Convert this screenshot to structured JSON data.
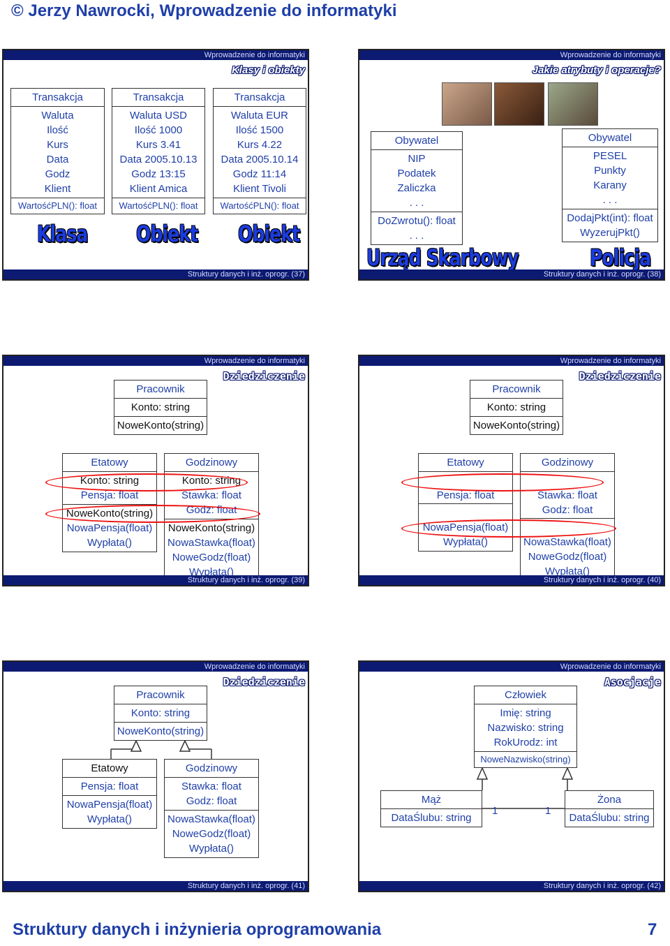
{
  "page_header": "© Jerzy Nawrocki, Wprowadzenie do informatyki",
  "page_footer": "Struktury danych i inżynieria oprogramowania",
  "page_number": "7",
  "slides": [
    {
      "header": "Wprowadzenie do informatyki",
      "title": "Klasy i obiekty",
      "footer": "Struktury danych i inż. oprogr. (37)",
      "boxes": [
        {
          "name": "Transakcja",
          "attrs": [
            "Waluta",
            "Ilość",
            "Kurs",
            "Data",
            "Godz",
            "Klient"
          ],
          "ops": [
            "WartośćPLN(): float"
          ],
          "label": "Klasa"
        },
        {
          "name": "Transakcja",
          "attrs": [
            "Waluta USD",
            "Ilość 1000",
            "Kurs 3.41",
            "Data 2005.10.13",
            "Godz 13:15",
            "Klient Amica"
          ],
          "ops": [
            "WartośćPLN(): float"
          ],
          "label": "Obiekt"
        },
        {
          "name": "Transakcja",
          "attrs": [
            "Waluta EUR",
            "Ilość 1500",
            "Kurs 4.22",
            "Data 2005.10.14",
            "Godz 11:14",
            "Klient Tivoli"
          ],
          "ops": [
            "WartośćPLN(): float"
          ],
          "label": "Obiekt"
        }
      ]
    },
    {
      "header": "Wprowadzenie do informatyki",
      "title": "Jakie atrybuty i operacje?",
      "footer": "Struktury danych i inż. oprogr. (38)",
      "left": {
        "name": "Obywatel",
        "attrs": [
          "NIP",
          "Podatek",
          "Zaliczka",
          ". . ."
        ],
        "ops": [
          "DoZwrotu(): float",
          ". . ."
        ],
        "label": "Urząd Skarbowy"
      },
      "right": {
        "name": "Obywatel",
        "attrs": [
          "PESEL",
          "Punkty",
          "Karany",
          ". . ."
        ],
        "ops": [
          "DodajPkt(int): float",
          "WyzerujPkt()"
        ],
        "label": "Policja"
      }
    },
    {
      "header": "Wprowadzenie do informatyki",
      "title": "Dziedziczenie",
      "footer": "Struktury danych i inż. oprogr. (39)",
      "base": {
        "name": "Pracownik",
        "attrs": [
          "Konto: string"
        ],
        "ops": [
          "NoweKonto(string)"
        ]
      },
      "etatowy": {
        "name": "Etatowy",
        "attrs": [
          "Konto: string",
          "Pensja: float"
        ],
        "ops": [
          "NoweKonto(string)",
          "NowaPensja(float)",
          "Wypłata()"
        ]
      },
      "godzinowy": {
        "name": "Godzinowy",
        "attrs": [
          "Konto: string",
          "Stawka: float",
          "Godz: float"
        ],
        "ops": [
          "NoweKonto(string)",
          "NowaStawka(float)",
          "NoweGodz(float)",
          "Wypłata()"
        ]
      }
    },
    {
      "header": "Wprowadzenie do informatyki",
      "title": "Dziedziczenie",
      "footer": "Struktury danych i inż. oprogr. (40)",
      "base": {
        "name": "Pracownik",
        "attrs": [
          "Konto: string"
        ],
        "ops": [
          "NoweKonto(string)"
        ]
      },
      "etatowy": {
        "name": "Etatowy",
        "attrs": [
          "Pensja: float"
        ],
        "ops": [
          "NowaPensja(float)",
          "Wypłata()"
        ]
      },
      "godzinowy": {
        "name": "Godzinowy",
        "attrs": [
          "Stawka: float",
          "Godz: float"
        ],
        "ops": [
          "NowaStawka(float)",
          "NoweGodz(float)",
          "Wypłata()"
        ]
      }
    },
    {
      "header": "Wprowadzenie do informatyki",
      "title": "Dziedziczenie",
      "footer": "Struktury danych i inż. oprogr. (41)",
      "base": {
        "name": "Pracownik",
        "attrs": [
          "Konto: string"
        ],
        "ops": [
          "NoweKonto(string)"
        ]
      },
      "etatowy": {
        "name": "Etatowy",
        "attrs": [
          "Pensja: float"
        ],
        "ops": [
          "NowaPensja(float)",
          "Wypłata()"
        ]
      },
      "godzinowy": {
        "name": "Godzinowy",
        "attrs": [
          "Stawka: float",
          "Godz: float"
        ],
        "ops": [
          "NowaStawka(float)",
          "NoweGodz(float)",
          "Wypłata()"
        ]
      }
    },
    {
      "header": "Wprowadzenie do informatyki",
      "title": "Asocjacje",
      "footer": "Struktury danych i inż. oprogr. (42)",
      "base": {
        "name": "Człowiek",
        "attrs": [
          "Imię: string",
          "Nazwisko: string",
          "RokUrodz: int"
        ],
        "ops": [
          "NoweNazwisko(string)"
        ]
      },
      "maz": {
        "name": "Mąż",
        "attrs": [
          "DataŚlubu: string"
        ]
      },
      "zona": {
        "name": "Żona",
        "attrs": [
          "DataŚlubu: string"
        ]
      },
      "mult_left": "1",
      "mult_right": "1"
    }
  ]
}
